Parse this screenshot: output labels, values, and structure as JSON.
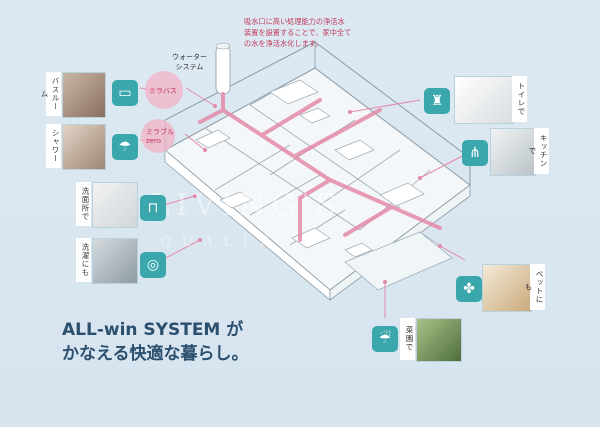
{
  "notice": {
    "line1": "吸水口に高い処理能力の浄活水",
    "line2": "装置を設置することで、家中全て",
    "line3": "の水を浄活水化します。"
  },
  "water_system_label": "ウォーター\nシステム",
  "water_system_line1": "ウォーター",
  "water_system_line2": "システム",
  "mirabath_label": "ミラバス",
  "mirablezero_line1": "ミラブル",
  "mirablezero_line2": "zero",
  "left_labels": {
    "bathroom": "バスルーム",
    "shower": "シャワー",
    "washroom": "洗面所で",
    "laundry": "洗濯にも"
  },
  "right_labels": {
    "toilet": "トイレで",
    "kitchen": "キッチンで",
    "pets": "ペットにも",
    "garden": "菜園で"
  },
  "headline": {
    "line1": "ALL-win SYSTEM が",
    "line2": "かなえる快適な暮らし。"
  },
  "colors": {
    "pipe": "#e48aa9",
    "accent": "#c0395a",
    "teal": "#3aa7ad",
    "headline": "#2c4f6d"
  },
  "icons": [
    "tub-icon",
    "shower-icon",
    "faucet-icon",
    "washing-machine-icon",
    "toilet-icon",
    "kitchen-utensils-icon",
    "paw-icon",
    "watering-can-icon"
  ]
}
